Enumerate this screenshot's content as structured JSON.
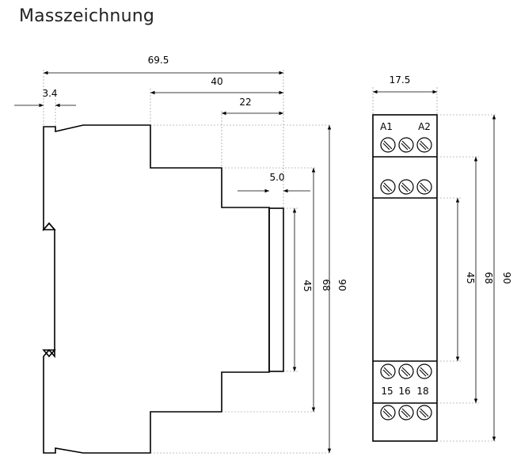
{
  "title": "Masszeichnung",
  "side_view": {
    "dims": {
      "overall_depth": "69.5",
      "clip_depth": "3.4",
      "depth_40": "40",
      "depth_22": "22",
      "depth_5": "5.0",
      "height_45": "45",
      "height_68": "68",
      "height_90": "90"
    }
  },
  "front_view": {
    "width": "17.5",
    "terminals_top": [
      "A1",
      "A2"
    ],
    "terminals_bottom": [
      "15",
      "16",
      "18"
    ],
    "height_45": "45",
    "height_68": "68",
    "height_90": "90"
  }
}
